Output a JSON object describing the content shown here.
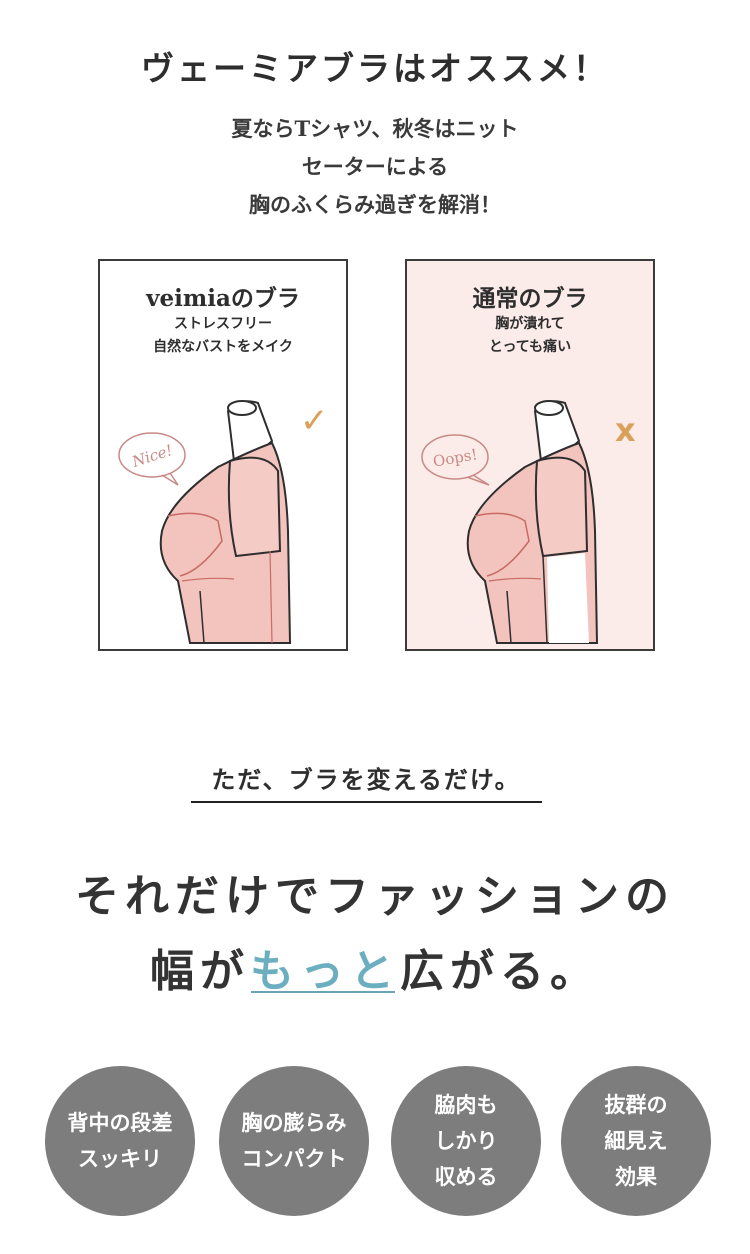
{
  "headline": "ヴェーミアブラはオススメ！",
  "intro": {
    "line1": "夏ならTシャツ、秋冬はニット",
    "line2": "セーターによる",
    "line3": "胸のふくらみ過ぎを解消！"
  },
  "comparison": [
    {
      "title": "veimiaのブラ",
      "sub1": "ストレスフリー",
      "sub2": "自然なバストをメイク",
      "bubble": "Nice!",
      "mark": "✓",
      "mark_icon": "check-icon",
      "background": "#ffffff"
    },
    {
      "title": "通常のブラ",
      "sub1": "胸が潰れて",
      "sub2": "とっても痛い",
      "bubble": "Oops!",
      "mark": "x",
      "mark_icon": "cross-icon",
      "background": "#fbebe9"
    }
  ],
  "tagline": "ただ、ブラを変えるだけ。",
  "statement": {
    "line1": "それだけでファッションの",
    "line2_pre": "幅が",
    "line2_accent": "もっと",
    "line2_post": "広がる。"
  },
  "features": [
    {
      "label": "背中の段差\nスッキリ"
    },
    {
      "label": "胸の膨らみ\nコンパクト"
    },
    {
      "label": "脇肉も\nしかり\n収める"
    },
    {
      "label": "抜群の\n細見え\n効果"
    }
  ],
  "colors": {
    "accent": "#6aaec0",
    "mark": "#d9a15a",
    "bra_pink": "#f2c4bd",
    "circle": "#7d7d7d"
  }
}
